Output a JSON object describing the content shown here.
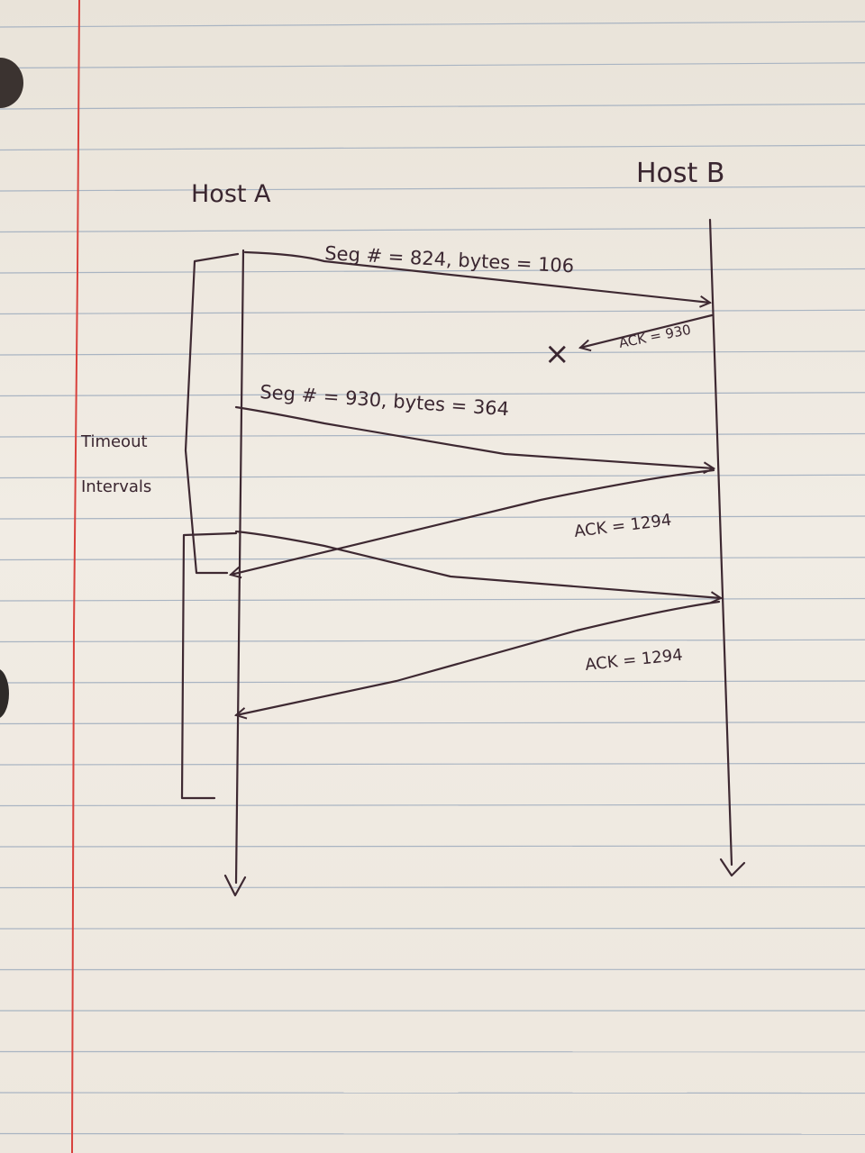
{
  "hosts": {
    "a": "Host A",
    "b": "Host B"
  },
  "side_label": {
    "line1": "Timeout",
    "line2": "Intervals"
  },
  "messages": {
    "seg1": "Seg # = 824, bytes = 106",
    "ack1": "ACK = 930",
    "seg2": "Seg # = 930, bytes = 364",
    "ack2": "ACK = 1294",
    "ack3": "ACK = 1294"
  },
  "lost_marker": "×",
  "colors": {
    "paper": "#ece6dc",
    "rule_line": "#a9b4c2",
    "margin_line": "#d8413c",
    "ink": "#3e2932"
  }
}
